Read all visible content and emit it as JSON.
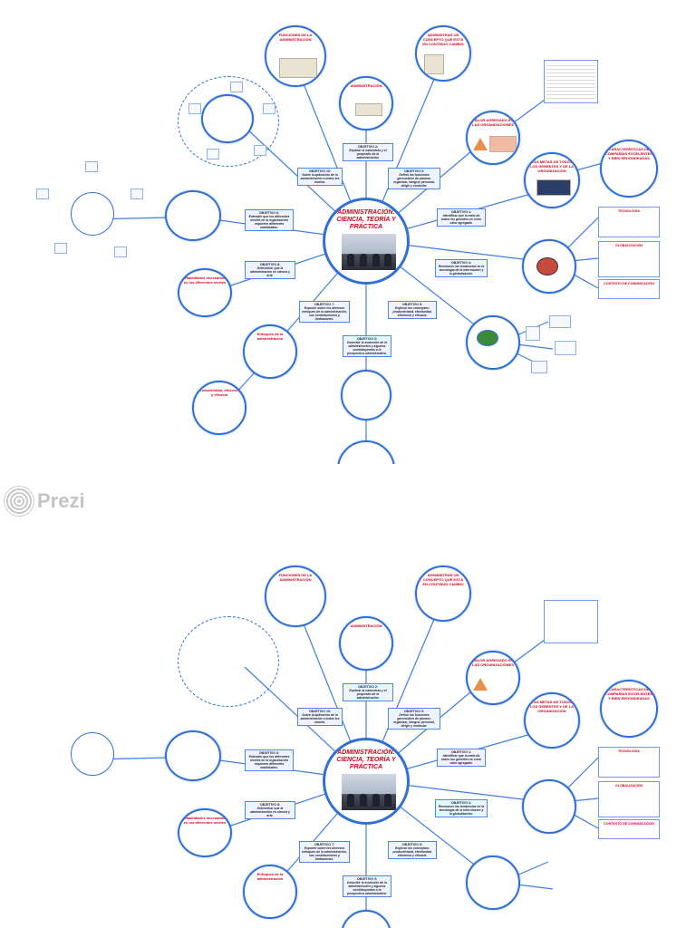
{
  "hub": {
    "title": "ADMINISTRACIÓN: CIENCIA, TEORÍA Y PRÁCTICA"
  },
  "objectives": [
    {
      "label": "OBJETIVO 1:",
      "text": "Identificar que la meta de todos los gerentes es crear valor agregado."
    },
    {
      "label": "OBJETIVO 2:",
      "text": "Explicar la naturaleza y el propósito de la administración."
    },
    {
      "label": "OBJETIVO 3:",
      "text": "Describir la evolución de la administración y algunos contribuyentes a la perspectiva administrativa."
    },
    {
      "label": "OBJETIVO 4:",
      "text": "Reconocer las tendencias en la tecnología de la información y la globalización."
    },
    {
      "label": "OBJETIVO 5:",
      "text": "Explicar los conceptos: productividad, efectividad, eficiencia y eficacia."
    },
    {
      "label": "OBJETIVO 6:",
      "text": "Entender que los diferentes niveles en la organización requieren diferentes habilidades."
    },
    {
      "label": "OBJETIVO 7:",
      "text": "Exponer sobre los diversos enfoques de la administración, sus contribuciones y limitaciones."
    },
    {
      "label": "OBJETIVO 8:",
      "text": "Determinar que la administración es ciencia y arte."
    },
    {
      "label": "OBJETIVO 9:",
      "text": "Definir las funciones gerenciales de planear, organizar, integrar personal, dirigir y controlar."
    },
    {
      "label": "OBJETIVO 10:",
      "text": "Sobre la aplicación de la administración a todos los niveles."
    }
  ],
  "topics": {
    "funciones": "FUNCIONES DE LA ADMINISTRACIÓN",
    "administracion": "ADMINISTRACIÓN",
    "administrar": "ADMINISTRAR UN CONCEPTO QUE ESTÁ EN CONTINUO CAMBIO",
    "valor": "VALOR AGREGADO EN LAS ORGANIZACIONES",
    "metas": "LAS METAS DE TODOS LOS GERENTES Y DE LA ORGANIZACIÓN",
    "caracteristicas": "CARACTERÍSTICAS DE COMPAÑÍAS EXCELENTES Y BIEN REDONDEADAS",
    "tecnologia": "TECNOLOGÍA",
    "globalizacion": "GLOBALIZACIÓN",
    "comunicacion": "CONTEXTO DE COMUNICACIÓN",
    "enfoques": "Enfoques de la administración",
    "habilidades": "Habilidades necesarias en los diferentes niveles",
    "eficiencia": "Productividad, eficiencia y eficacia"
  },
  "watermark": {
    "brand": "Prezi"
  }
}
